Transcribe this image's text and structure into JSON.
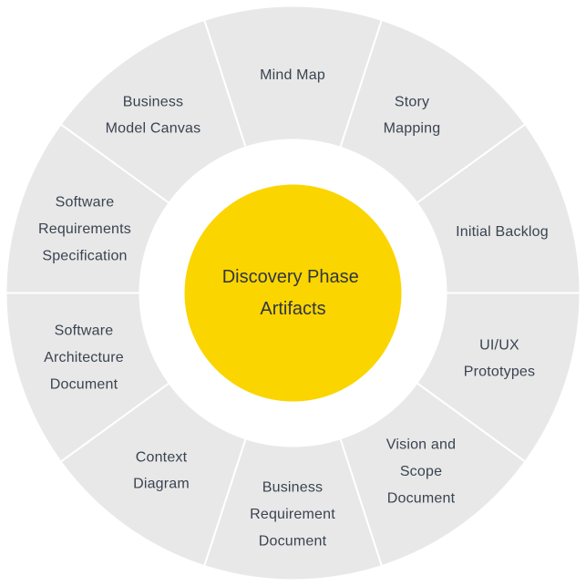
{
  "center": {
    "lines": [
      "Discovery Phase",
      "Artifacts"
    ]
  },
  "segments": [
    {
      "lines": [
        "Mind Map"
      ]
    },
    {
      "lines": [
        "Story",
        "Mapping"
      ]
    },
    {
      "lines": [
        "Initial Backlog"
      ]
    },
    {
      "lines": [
        "UI/UX",
        "Prototypes"
      ]
    },
    {
      "lines": [
        "Vision and",
        "Scope",
        "Document"
      ]
    },
    {
      "lines": [
        "Business",
        "Requirement",
        "Document"
      ]
    },
    {
      "lines": [
        "Context",
        "Diagram"
      ]
    },
    {
      "lines": [
        "Software",
        "Architecture",
        "Document"
      ]
    },
    {
      "lines": [
        "Software",
        "Requirements",
        "Specification"
      ]
    },
    {
      "lines": [
        "Business",
        "Model Canvas"
      ]
    }
  ],
  "colors": {
    "segment_fill": "#e8e8e8",
    "segment_divider": "#ffffff",
    "inner_ring": "#ffffff",
    "center_fill": "#fbd500",
    "text": "#3a4350"
  }
}
